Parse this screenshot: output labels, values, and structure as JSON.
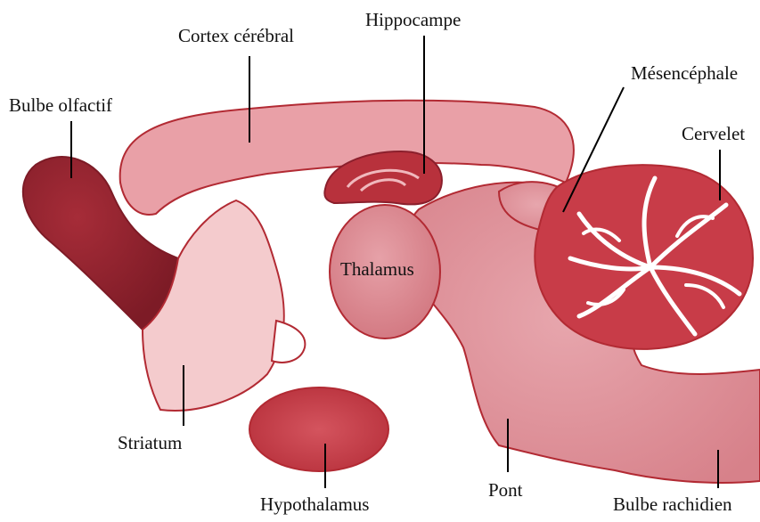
{
  "labels": {
    "cortex": "Cortex cérébral",
    "hippocampe": "Hippocampe",
    "mesencephale": "Mésencéphale",
    "cervelet": "Cervelet",
    "bulbe_olfactif": "Bulbe olfactif",
    "thalamus": "Thalamus",
    "striatum": "Striatum",
    "hypothalamus": "Hypothalamus",
    "pont": "Pont",
    "bulbe_rachidien": "Bulbe rachidien"
  },
  "colors": {
    "outline": "#b22a33",
    "brainstem": "#dd8a92",
    "cortex": "#e9a0a7",
    "striatum": "#f4cbcd",
    "dark_red": "#8b1f2c",
    "medium_red": "#c0414c",
    "thalamus": "#dc8790",
    "cerebellum": "#c83c48",
    "cavity": "#ffffff",
    "leader_line": "#000000"
  }
}
